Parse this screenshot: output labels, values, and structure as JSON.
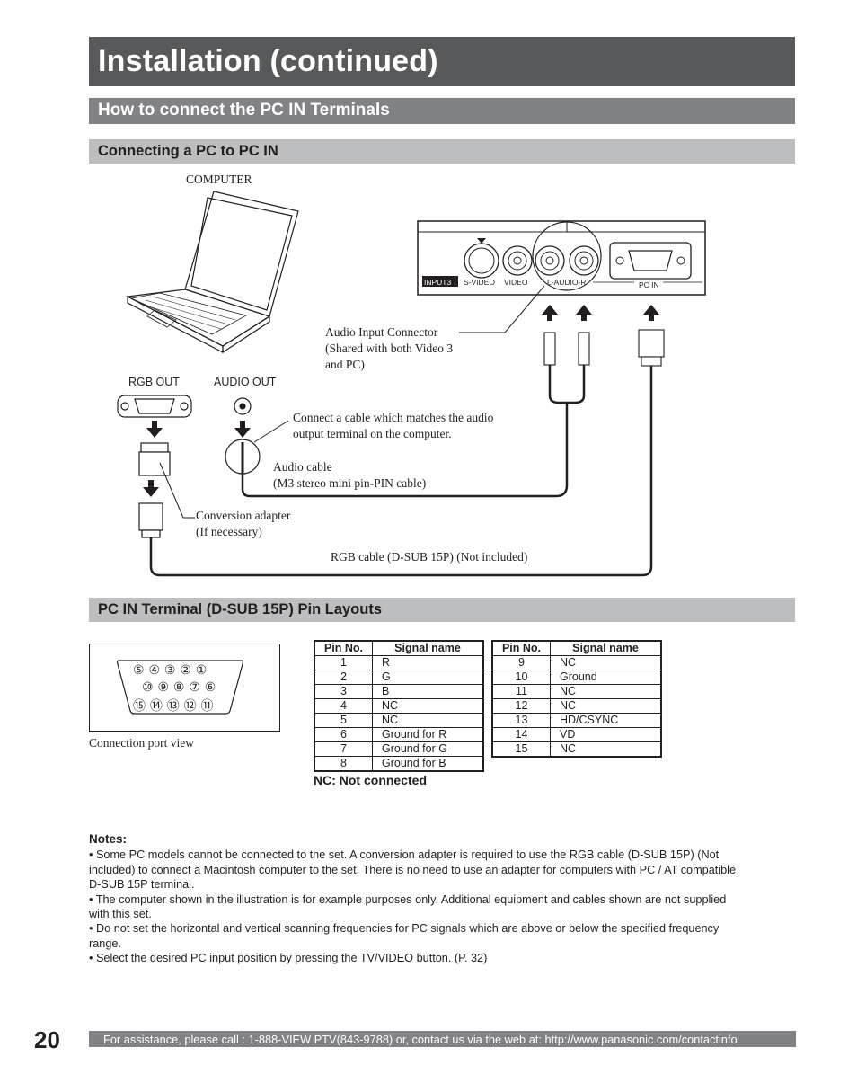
{
  "page": {
    "title": "Installation (continued)",
    "section": "How to connect the PC IN Terminals",
    "subsection1": "Connecting a PC to PC IN",
    "subsection2": "PC IN Terminal (D-SUB 15P) Pin Layouts",
    "page_number": "20"
  },
  "diagram": {
    "computer": "COMPUTER",
    "rgb_out": "RGB OUT",
    "audio_out": "AUDIO OUT",
    "panel_input3": "INPUT3",
    "panel_svideo": "S-VIDEO",
    "panel_video": "VIDEO",
    "panel_laudior": "L-AUDIO-R",
    "panel_pcin": "PC IN",
    "audio_input_connector": [
      "Audio Input Connector",
      "(Shared with both Video 3",
      "and PC)"
    ],
    "connect_cable": [
      "Connect a cable which matches the audio",
      "output terminal on the computer."
    ],
    "audio_cable": [
      "Audio cable",
      "(M3 stereo mini pin-PIN cable)"
    ],
    "conversion_adapter": [
      "Conversion adapter",
      "(If necessary)"
    ],
    "rgb_cable": "RGB cable (D-SUB 15P) (Not included)"
  },
  "port_view": {
    "row1": "⑤ ④ ③ ② ①",
    "row2": "⑩ ⑨ ⑧ ⑦ ⑥",
    "row3": "⑮ ⑭ ⑬ ⑫ ⑪",
    "caption": "Connection port view"
  },
  "pin_table": {
    "col_pin": "Pin No.",
    "col_signal": "Signal name",
    "left": [
      {
        "pin": "1",
        "signal": "R"
      },
      {
        "pin": "2",
        "signal": "G"
      },
      {
        "pin": "3",
        "signal": "B"
      },
      {
        "pin": "4",
        "signal": "NC"
      },
      {
        "pin": "5",
        "signal": "NC"
      },
      {
        "pin": "6",
        "signal": "Ground for R"
      },
      {
        "pin": "7",
        "signal": "Ground for G"
      },
      {
        "pin": "8",
        "signal": "Ground for B"
      }
    ],
    "right": [
      {
        "pin": "9",
        "signal": "NC"
      },
      {
        "pin": "10",
        "signal": "Ground"
      },
      {
        "pin": "11",
        "signal": "NC"
      },
      {
        "pin": "12",
        "signal": "NC"
      },
      {
        "pin": "13",
        "signal": "HD/CSYNC"
      },
      {
        "pin": "14",
        "signal": "VD"
      },
      {
        "pin": "15",
        "signal": "NC"
      }
    ],
    "nc_note": "NC: Not connected"
  },
  "notes": {
    "heading": "Notes:",
    "items": [
      [
        "• Some PC models cannot be connected to the set. A conversion adapter is required to use the RGB cable (D-SUB 15P) (Not",
        "included) to connect a Macintosh computer to the set. There is no need to use an adapter for computers with PC / AT compatible",
        "D-SUB 15P terminal."
      ],
      [
        "• The computer shown in the illustration is for example purposes only. Additional equipment and cables shown are not supplied",
        "with this set."
      ],
      [
        "• Do not set the horizontal and vertical scanning frequencies for PC signals which are above or below the specified frequency",
        "range."
      ],
      [
        "• Select the desired PC input position by pressing the TV/VIDEO button. (P. 32)"
      ]
    ]
  },
  "footer": "For assistance, please call : 1-888-VIEW PTV(843-9788) or, contact us via the web at: http://www.panasonic.com/contactinfo"
}
